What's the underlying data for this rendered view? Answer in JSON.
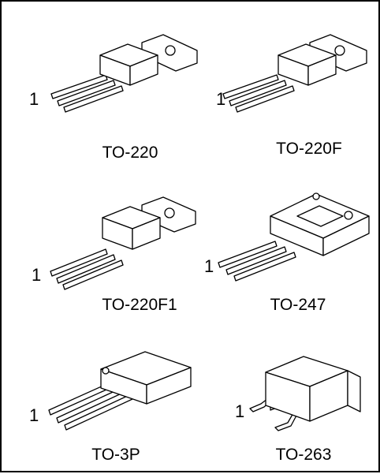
{
  "packages": [
    {
      "name": "TO-220",
      "pin_label": "1"
    },
    {
      "name": "TO-220F",
      "pin_label": "1"
    },
    {
      "name": "TO-220F1",
      "pin_label": "1"
    },
    {
      "name": "TO-247",
      "pin_label": "1"
    },
    {
      "name": "TO-3P",
      "pin_label": "1"
    },
    {
      "name": "TO-263",
      "pin_label": "1"
    }
  ]
}
